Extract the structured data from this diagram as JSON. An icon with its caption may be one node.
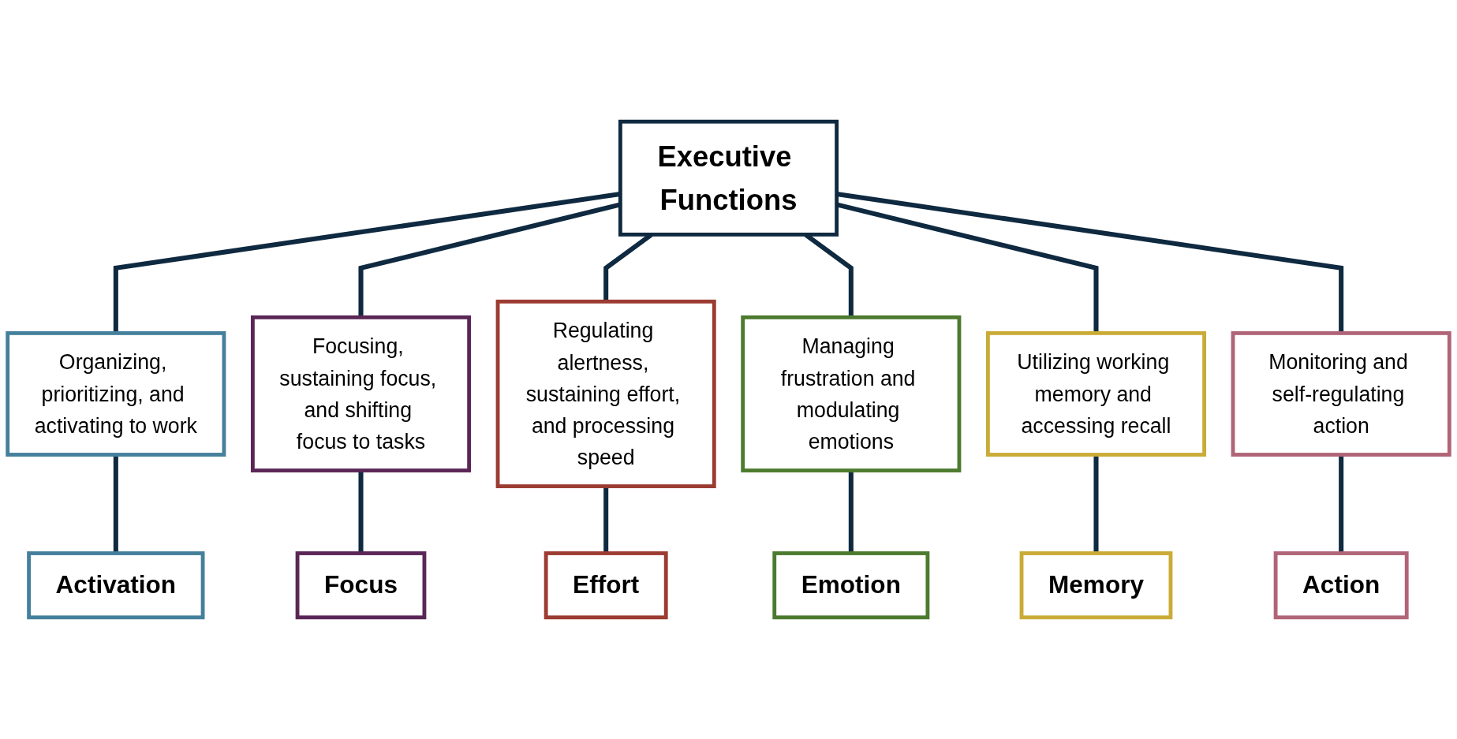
{
  "diagram": {
    "nodes": [
      {
        "text": [
          "Executive Functions"
        ]
      },
      {
        "text": [
          "Organizing, prioritizing, and activating to work"
        ]
      },
      {
        "text": [
          "Focusing, sustaining focus, and shifting focus to tasks"
        ]
      },
      {
        "text": [
          "Regulating alertness, sustaining effort, and processing speed"
        ]
      },
      {
        "text": [
          "Managing frustration and modulating emotions"
        ]
      },
      {
        "text": [
          "Utilizing working memory and accessing recall"
        ]
      },
      {
        "text": [
          "Monitoring and self-regulating action"
        ]
      },
      {
        "text": [
          "Activation"
        ]
      },
      {
        "text": [
          "Focus"
        ]
      },
      {
        "text": [
          "Effort"
        ]
      },
      {
        "text": [
          "Emotion"
        ]
      },
      {
        "text": [
          "Memory"
        ]
      },
      {
        "text": [
          "Action"
        ]
      }
    ],
    "edges": [
      {
        "from": 0,
        "to": 1,
        "arrow": "none"
      },
      {
        "from": 0,
        "to": 2,
        "arrow": "none"
      },
      {
        "from": 0,
        "to": 3,
        "arrow": "none"
      },
      {
        "from": 0,
        "to": 4,
        "arrow": "none"
      },
      {
        "from": 0,
        "to": 5,
        "arrow": "none"
      },
      {
        "from": 0,
        "to": 6,
        "arrow": "none"
      },
      {
        "from": 1,
        "to": 7,
        "arrow": "none"
      },
      {
        "from": 2,
        "to": 8,
        "arrow": "none"
      },
      {
        "from": 3,
        "to": 9,
        "arrow": "none"
      },
      {
        "from": 4,
        "to": 10,
        "arrow": "none"
      },
      {
        "from": 5,
        "to": 11,
        "arrow": "none"
      },
      {
        "from": 6,
        "to": 12,
        "arrow": "none"
      }
    ]
  }
}
